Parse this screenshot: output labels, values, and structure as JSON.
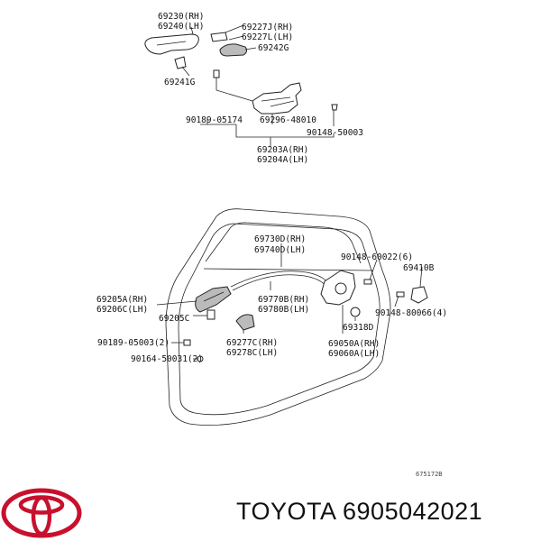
{
  "labels": {
    "p69230": "69230(RH)",
    "p69240": "69240(LH)",
    "p69227J": "69227J(RH)",
    "p69227L": "69227L(LH)",
    "p69242G": "69242G",
    "p69241G": "69241G",
    "p90189_05174": "90189-05174",
    "p69296": "69296-48010",
    "p90148_50003": "90148-50003",
    "p69203A": "69203A(RH)",
    "p69204A": "69204A(LH)",
    "p69730D": "69730D(RH)",
    "p69740D": "69740D(LH)",
    "p90148_60022": "90148-60022(6)",
    "p69410B": "69410B",
    "p69205A": "69205A(RH)",
    "p69206C": "69206C(LH)",
    "p69205C": "69205C",
    "p69770B": "69770B(RH)",
    "p69780B": "69780B(LH)",
    "p90148_80066": "90148-80066(4)",
    "p69318D": "69318D",
    "p90189_05003": "90189-05003(2)",
    "p69277C": "69277C(RH)",
    "p69278C": "69278C(LH)",
    "p69050A": "69050A(RH)",
    "p69060A": "69060A(LH)",
    "p90164_50031": "90164-50031(2)"
  },
  "figure_ref": "675172B",
  "brand": {
    "text": "TOYOTA 6905042021",
    "logo": "toyota-logo",
    "logo_color": "#c8102e"
  }
}
